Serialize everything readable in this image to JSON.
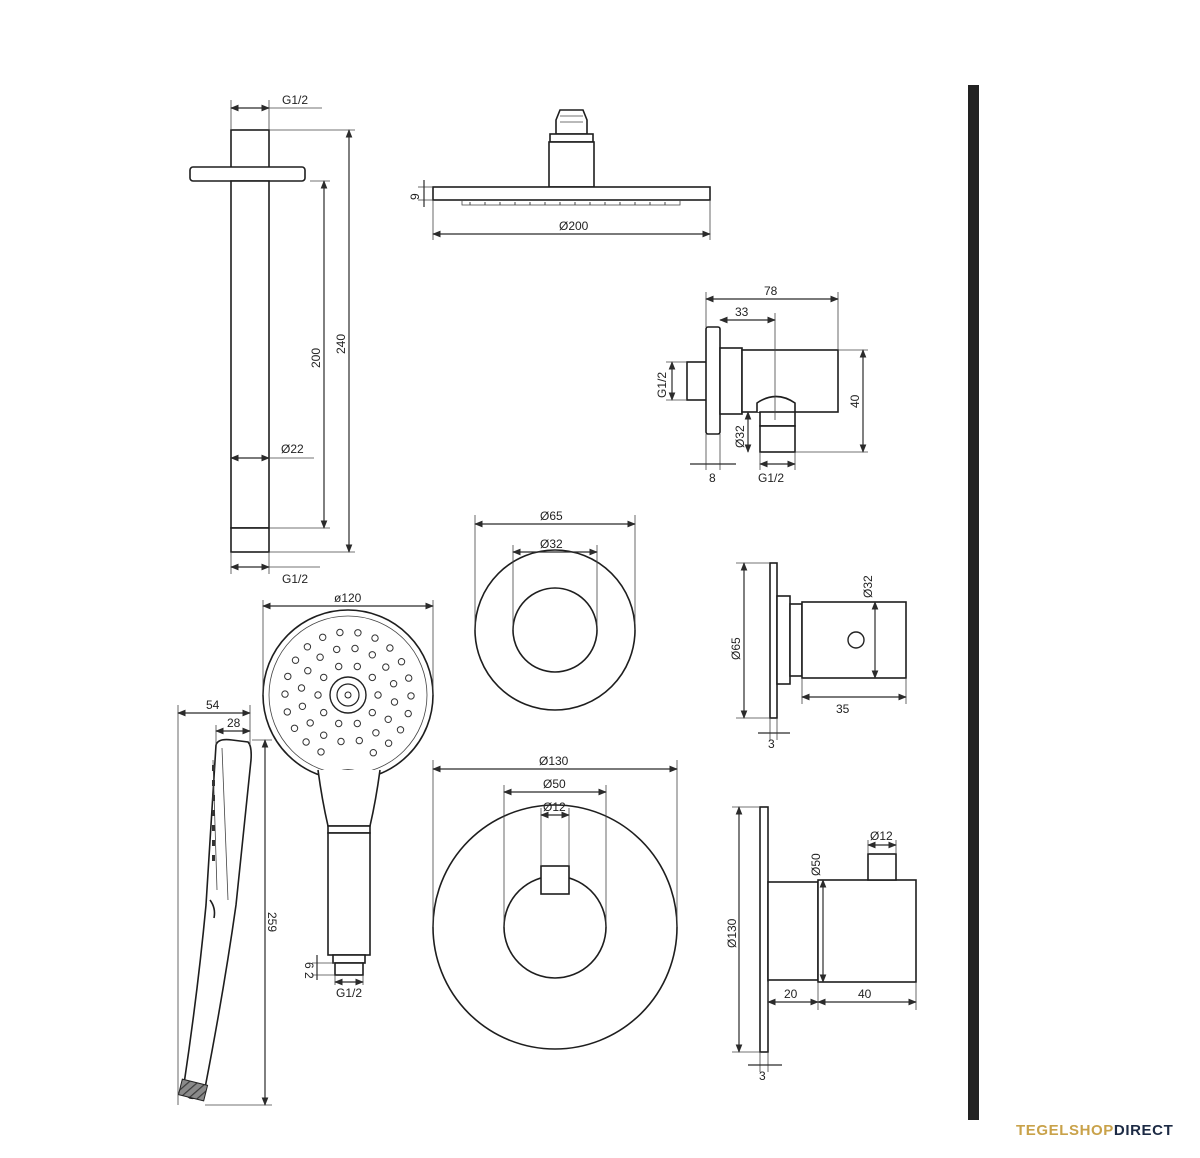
{
  "brand": {
    "part1": "TEGELSHOP",
    "part2": "DIRECT"
  },
  "colors": {
    "brand_gold": "#c9a24a",
    "brand_navy": "#1c2a44",
    "line": "#2b2b2b",
    "separator": "#222222"
  },
  "ceiling_arm": {
    "top_thread": "G1/2",
    "length_inner": "200",
    "length_total": "240",
    "diameter": "Ø22",
    "bottom_thread": "G1/2"
  },
  "rain_head": {
    "height": "9",
    "diameter": "Ø200"
  },
  "wall_outlet": {
    "width_total": "78",
    "width_offset": "33",
    "thread_left": "G1/2",
    "height": "40",
    "diameter": "Ø32",
    "plate": "8",
    "thread_bottom": "G1/2"
  },
  "small_rosette": {
    "outer": "Ø65",
    "inner": "Ø32"
  },
  "small_valve_side": {
    "outer": "Ø65",
    "knob": "Ø32",
    "length": "35",
    "plate": "3"
  },
  "hand_shower": {
    "head": "ø120",
    "depth": "54",
    "handle_depth": "28",
    "length": "259",
    "nut_a": "6",
    "nut_b": "2",
    "thread": "G1/2"
  },
  "large_rosette": {
    "outer": "Ø130",
    "middle": "Ø50",
    "spindle": "Ø12"
  },
  "large_valve_side": {
    "outer": "Ø130",
    "knob": "Ø50",
    "spindle": "Ø12",
    "body": "20",
    "knob_length": "40",
    "plate": "3"
  }
}
